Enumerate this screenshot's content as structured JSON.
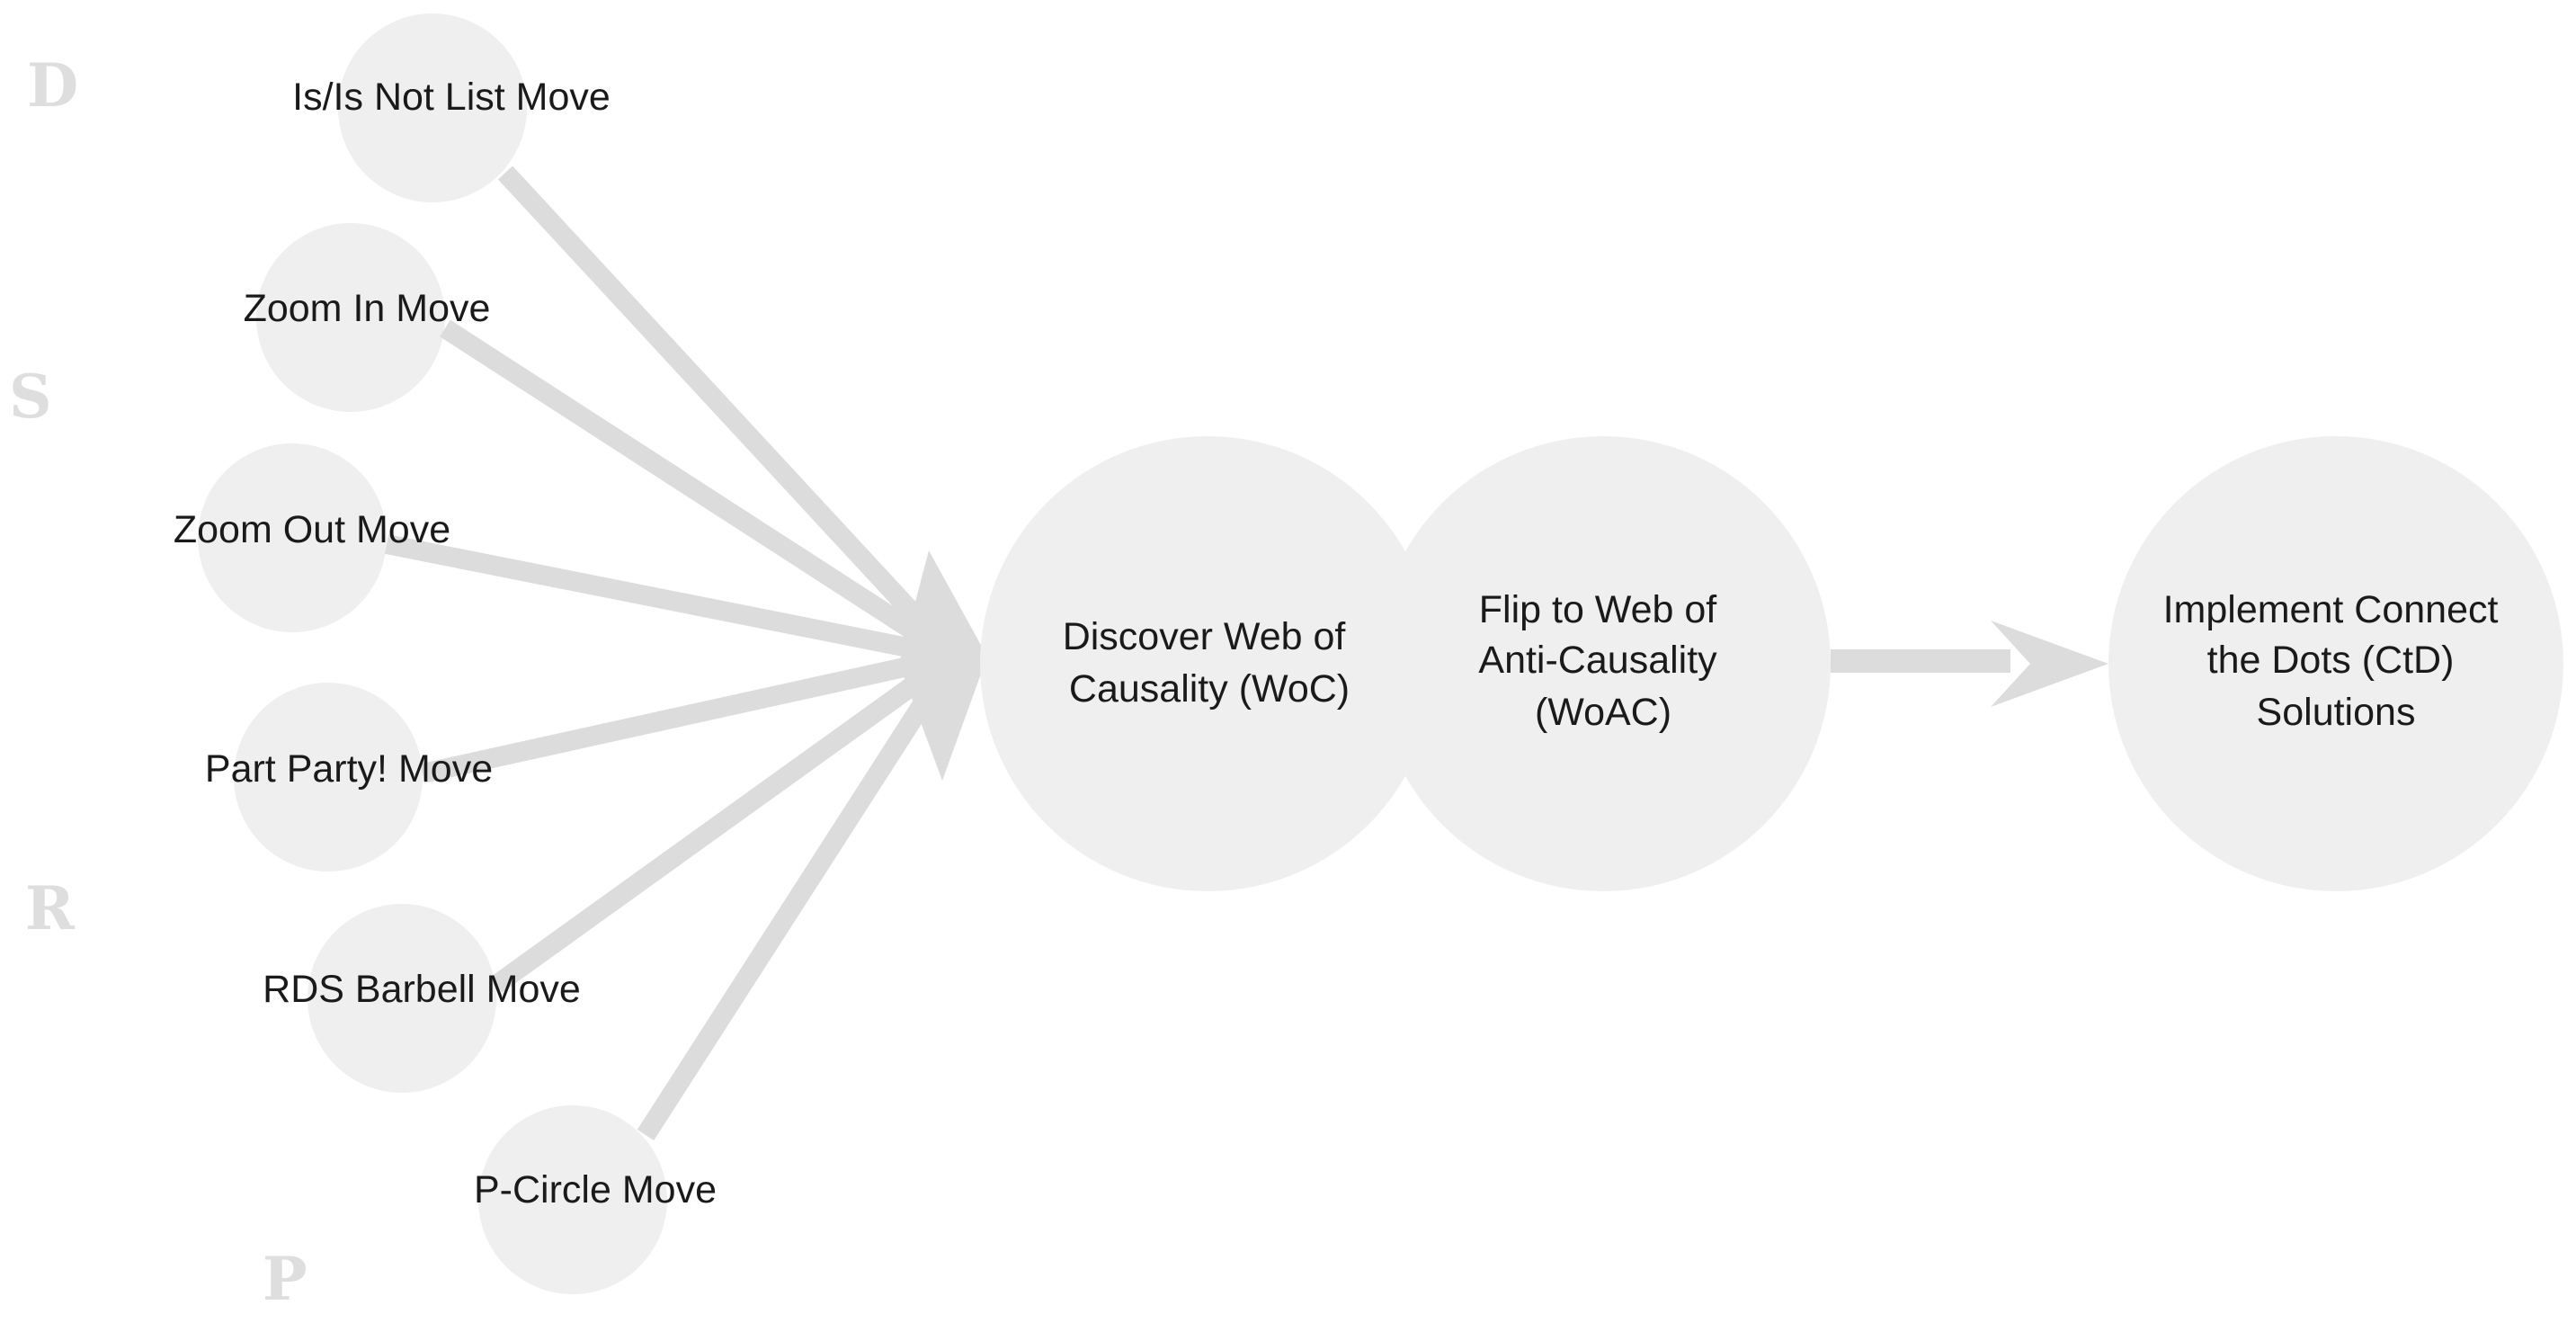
{
  "diagram": {
    "colors": {
      "background": "#ffffff",
      "node_fill": "#efefef",
      "arrow": "#dcdcdc",
      "text": "#1a1a1a",
      "side_letter": "#dedede"
    },
    "side_letters": [
      "D",
      "S",
      "R",
      "P"
    ],
    "moves": [
      "Is/Is Not List Move",
      "Zoom In Move",
      "Zoom Out Move",
      "Part Party! Move",
      "RDS Barbell Move",
      "P-Circle Move"
    ],
    "woc": [
      "Discover Web of",
      "Causality (WoC)"
    ],
    "woac": [
      "Flip to Web of",
      "Anti-Causality",
      "(WoAC)"
    ],
    "ctd": [
      "Implement Connect",
      "the Dots (CtD)",
      "Solutions"
    ]
  }
}
